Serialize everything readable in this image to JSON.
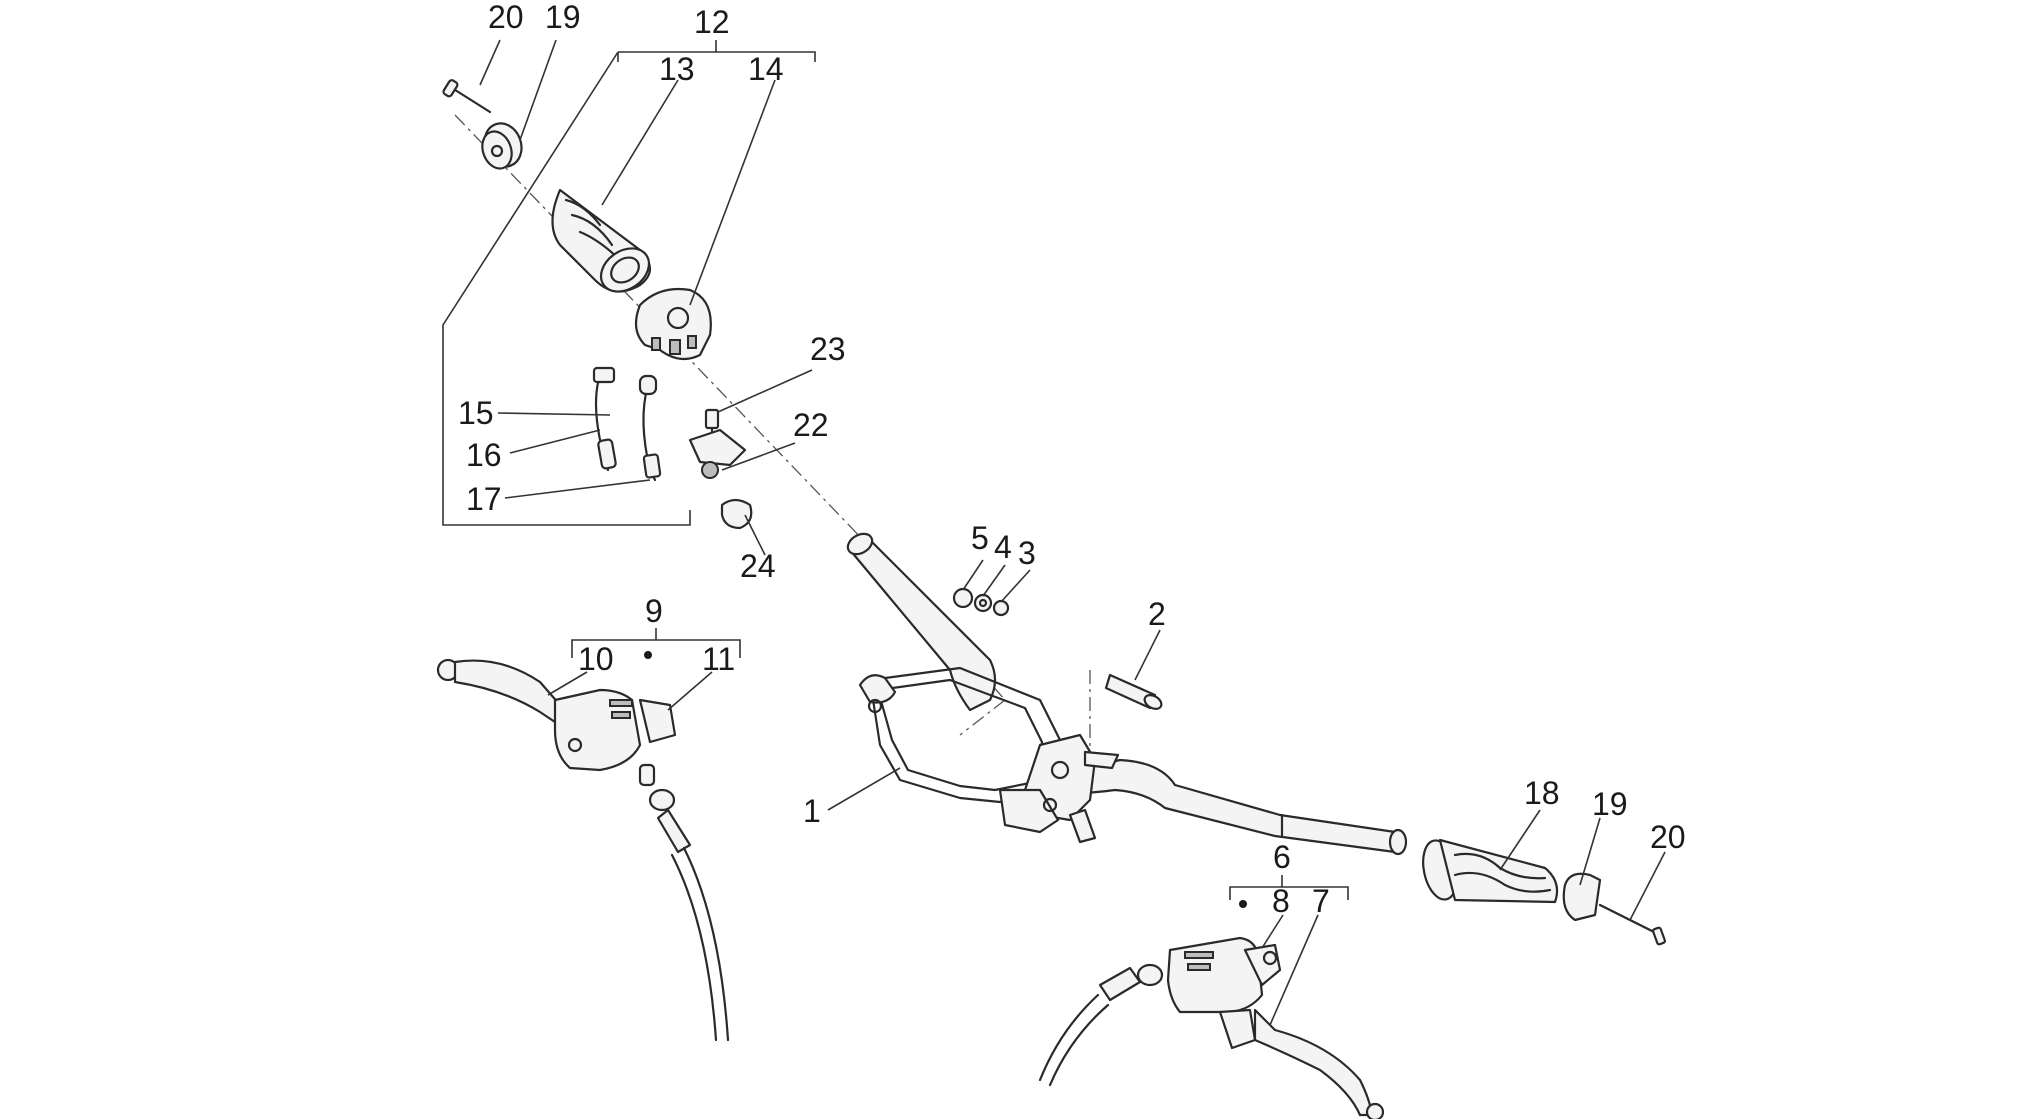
{
  "diagram": {
    "callouts": [
      {
        "id": "c20a",
        "label": "20"
      },
      {
        "id": "c19a",
        "label": "19"
      },
      {
        "id": "c12",
        "label": "12"
      },
      {
        "id": "c13",
        "label": "13"
      },
      {
        "id": "c14",
        "label": "14"
      },
      {
        "id": "c23",
        "label": "23"
      },
      {
        "id": "c22",
        "label": "22"
      },
      {
        "id": "c15",
        "label": "15"
      },
      {
        "id": "c16",
        "label": "16"
      },
      {
        "id": "c17",
        "label": "17"
      },
      {
        "id": "c24",
        "label": "24"
      },
      {
        "id": "c5",
        "label": "5"
      },
      {
        "id": "c4",
        "label": "4"
      },
      {
        "id": "c3",
        "label": "3"
      },
      {
        "id": "c2",
        "label": "2"
      },
      {
        "id": "c9",
        "label": "9"
      },
      {
        "id": "c10",
        "label": "10"
      },
      {
        "id": "c11",
        "label": "11"
      },
      {
        "id": "c1",
        "label": "1"
      },
      {
        "id": "c18",
        "label": "18"
      },
      {
        "id": "c19b",
        "label": "19"
      },
      {
        "id": "c20b",
        "label": "20"
      },
      {
        "id": "c6",
        "label": "6"
      },
      {
        "id": "c8",
        "label": "8"
      },
      {
        "id": "c7",
        "label": "7"
      }
    ]
  }
}
